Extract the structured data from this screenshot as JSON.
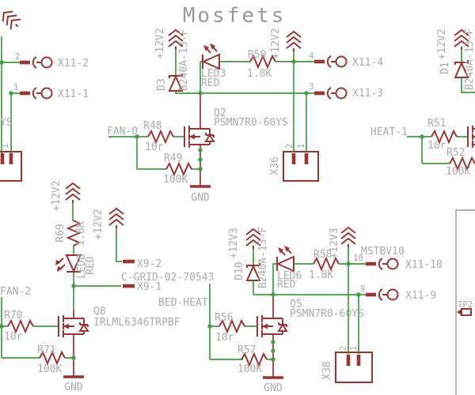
{
  "title": "Mosfets",
  "colors": {
    "wire_green": "#3f9f3f",
    "part_red": "#9c3430",
    "text_gray": "#ababab",
    "frame_gray": "#9b9b9b",
    "background": "#ffffff"
  },
  "power": {
    "v12v2": "+12V2",
    "v12v3": "+12V3"
  },
  "nets": {
    "fan0": "FAN-0",
    "fan2": "FAN-2",
    "heat1": "HEAT-1",
    "bed_heat": "BED-HEAT",
    "gnd": "GND"
  },
  "pins": {
    "n1": "1",
    "n2": "2",
    "n3": "3",
    "n4": "4",
    "n9": "9",
    "n10": "10"
  },
  "connectors": {
    "x11_1": "X11-1",
    "x11_2": "X11-2",
    "x11_3": "X11-3",
    "x11_4": "X11-4",
    "x11_9": "X11-9",
    "x11_10": "X11-10",
    "x36": "X36",
    "x38": "X38",
    "x9_1": "X9-1",
    "x9_2": "X9-2",
    "mstbv10": "MSTBV10",
    "c_grid": "C-GRID-02-70543",
    "tp2": "TP2",
    "partial_mosfet": "YS"
  },
  "parts": {
    "d1": {
      "ref": "D1",
      "value": "B240A-13-F"
    },
    "d3": {
      "ref": "D3",
      "value": "B240A-13-F"
    },
    "d10": {
      "ref": "D10",
      "value": "B240A-13-F"
    },
    "led3": {
      "ref": "LED3",
      "value": "RED"
    },
    "led6": {
      "ref": "LED6",
      "value": "RED"
    },
    "led8": {
      "ref": "LED8",
      "value": "RED"
    },
    "r48": {
      "ref": "R48",
      "value": "10r"
    },
    "r49": {
      "ref": "R49",
      "value": "100K"
    },
    "r50": {
      "ref": "R50",
      "value": "1.8K"
    },
    "r51": {
      "ref": "R51",
      "value": "10r"
    },
    "r52": {
      "ref": "R52",
      "value": "100K"
    },
    "r56": {
      "ref": "R56",
      "value": "10r"
    },
    "r57": {
      "ref": "R57",
      "value": "100K"
    },
    "r58": {
      "ref": "R58",
      "value": "1.8K"
    },
    "r69": {
      "ref": "R69",
      "value": "1.8K"
    },
    "r70": {
      "ref": "R70",
      "value": "10r"
    },
    "r71": {
      "ref": "R71",
      "value": "100K"
    },
    "q2": {
      "ref": "Q2",
      "value": "PSMN7R0-60YS"
    },
    "q5": {
      "ref": "Q5",
      "value": "PSMN7R0-60YS"
    },
    "q8": {
      "ref": "Q8",
      "value": "IRLML6346TRPBF"
    }
  }
}
